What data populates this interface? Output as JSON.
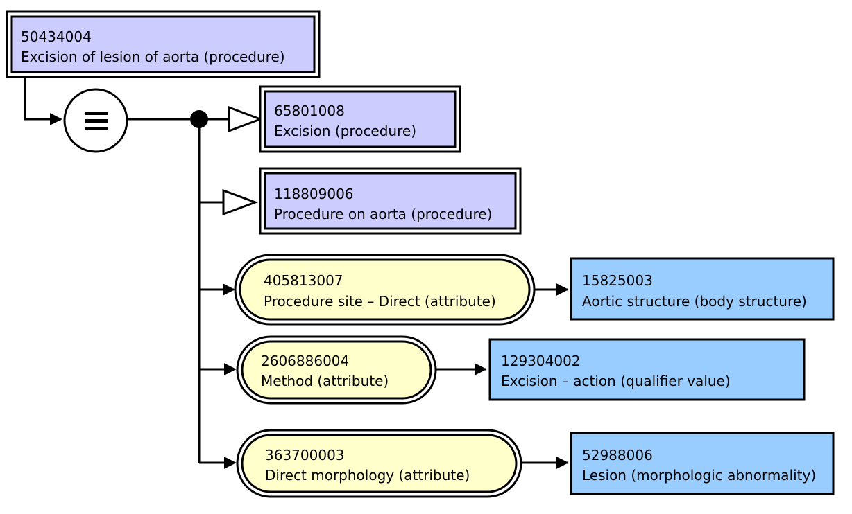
{
  "colors": {
    "defined_concept": "#ccccff",
    "attribute": "#ffffcc",
    "value_concept": "#99ccff",
    "line": "#000000"
  },
  "focus": {
    "id": "50434004",
    "name": "Excision of lesion of aorta (procedure)"
  },
  "definition_status_symbol": "equivalent-icon",
  "parents": [
    {
      "id": "65801008",
      "name": "Excision (procedure)"
    },
    {
      "id": "118809006",
      "name": "Procedure on aorta (procedure)"
    }
  ],
  "attributes": [
    {
      "attribute": {
        "id": "405813007",
        "name": "Procedure site – Direct (attribute)"
      },
      "value": {
        "id": "15825003",
        "name": "Aortic structure (body structure)"
      }
    },
    {
      "attribute": {
        "id": "2606886004",
        "name": "Method (attribute)"
      },
      "value": {
        "id": "129304002",
        "name": "Excision – action (qualifier value)"
      }
    },
    {
      "attribute": {
        "id": "363700003",
        "name": "Direct morphology (attribute)"
      },
      "value": {
        "id": "52988006",
        "name": "Lesion (morphologic abnormality)"
      }
    }
  ]
}
